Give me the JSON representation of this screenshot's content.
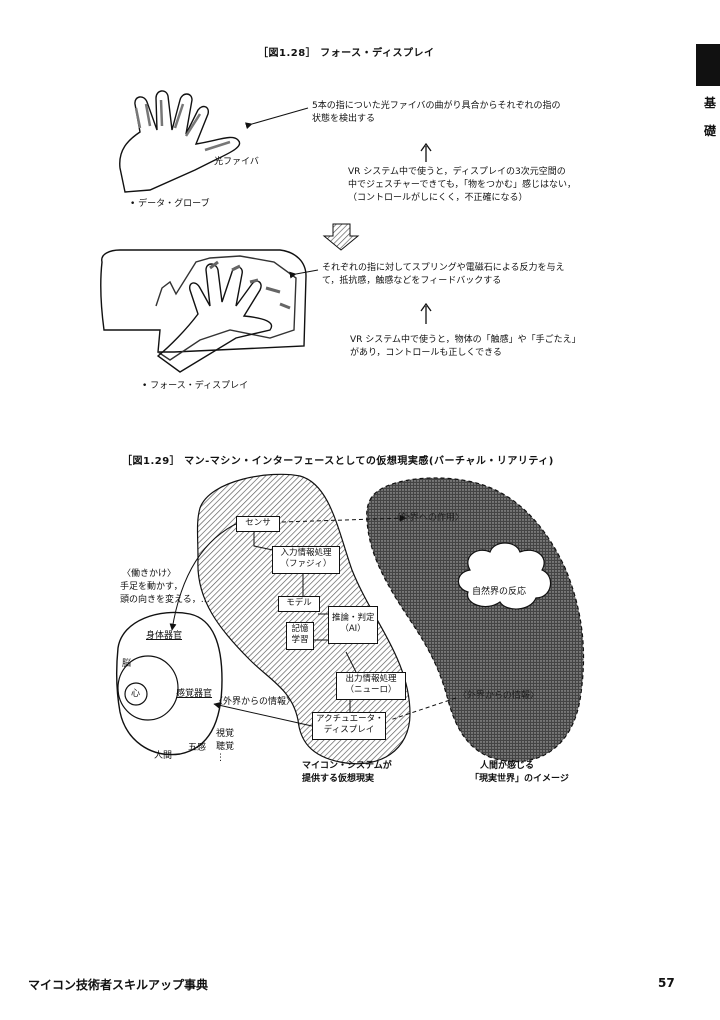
{
  "side_tab": {
    "char1": "基",
    "char2": "礎"
  },
  "fig128": {
    "title": "［図1.28］ フォース・ディスプレイ",
    "glove": {
      "fiber_label": "光ファイバ",
      "caption": "• データ・グローブ",
      "desc_line1": "5本の指についた光ファイバの曲がり具合からそれぞれの指の",
      "desc_line2": "状態を検出する",
      "note_line1": "VR システム中で使うと，ディスプレイの3次元空間の",
      "note_line2": "中でジェスチャーできても，「物をつかむ」感じはない，",
      "note_line3": "（コントロールがしにくく，不正確になる）"
    },
    "force": {
      "caption": "• フォース・ディスプレイ",
      "desc_line1": "それぞれの指に対してスプリングや電磁石による反力を与え",
      "desc_line2": "て，抵抗感，触感などをフィードバックする",
      "note_line1": "VR システム中で使うと，物体の「触感」や「手ごたえ」",
      "note_line2": "があり，コントロールも正しくできる"
    }
  },
  "fig129": {
    "title": "［図1.29］ マン-マシン・インターフェースとしての仮想現実感(バーチャル・リアリティ)",
    "boxes": {
      "sensor": "センサ",
      "input_line1": "入力情報処理",
      "input_line2": "（ファジィ）",
      "model": "モデル",
      "memory_line1": "記憶",
      "memory_line2": "学習",
      "inference_line1": "推論・判定",
      "inference_line2": "（AI）",
      "output_line1": "出力情報処理",
      "output_line2": "（ニューロ）",
      "actuator_line1": "アクチュエータ・",
      "actuator_line2": "ディスプレイ"
    },
    "labels": {
      "action": "〈働きかけ〉",
      "action_line1": "手足を動かす，",
      "action_line2": "頭の向きを変える，…",
      "body_organ": "身体器官",
      "brain": "脳",
      "heart": "心",
      "sense_organ": "感覚器官",
      "external_info": "〈外界からの情報〉",
      "five_senses": "五感",
      "vision": "視覚",
      "hearing": "聴覚",
      "human": "人間",
      "external_action_faded": "〈外界への作用〉",
      "nature_reaction": "自然界の反応",
      "external_info_faded": "〈外界からの情報〉",
      "vr_caption_line1": "マイコン・システムが",
      "vr_caption_line2": "提供する仮想現実",
      "real_caption_line1": "人間が感じる",
      "real_caption_line2": "「現実世界」のイメージ"
    }
  },
  "footer": {
    "book_title": "マイコン技術者スキルアップ事典",
    "page_number": "57"
  }
}
